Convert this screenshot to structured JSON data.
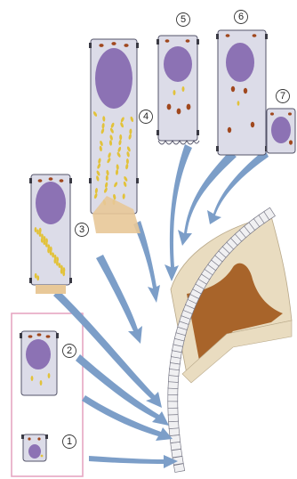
{
  "figure": {
    "stage_markers": [
      "1",
      "2",
      "3",
      "4",
      "5",
      "6",
      "7"
    ]
  },
  "colors": {
    "cell_fill": "#dcdce8",
    "cell_outline": "#55556a",
    "nucleus": "#8c72b4",
    "nucleus_dots": "#6a5496",
    "granule_yellow": "#e2c23a",
    "granule_brown": "#a0481e",
    "junction": "#3a3a44",
    "arrow": "#7c9ec8",
    "highlight_box": "#e6a6c2",
    "tooth_outer": "#e9dcc0",
    "tooth_inner": "#a8642a",
    "epithelium_cell": "#f0f0f2"
  }
}
